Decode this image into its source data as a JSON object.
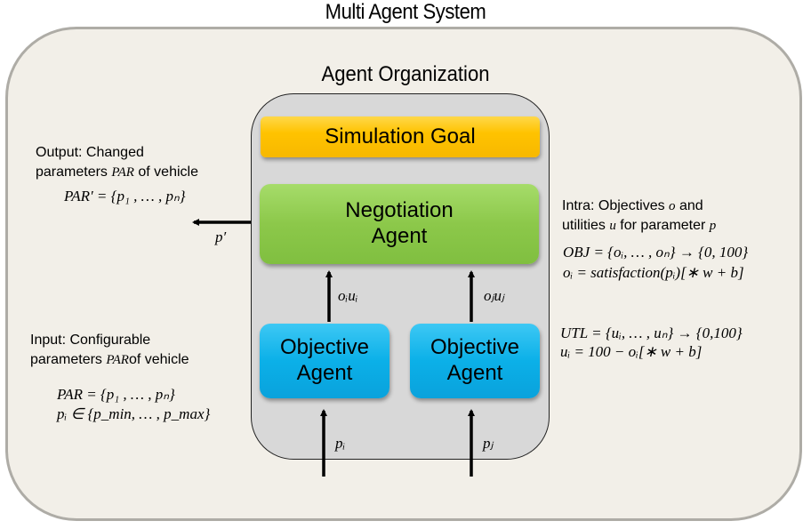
{
  "titles": {
    "system": "Multi Agent System",
    "organization": "Agent Organization"
  },
  "boxes": {
    "goal": "Simulation Goal",
    "negotiation_line1": "Negotiation",
    "negotiation_line2": "Agent",
    "objective_line1": "Objective",
    "objective_line2": "Agent"
  },
  "colors": {
    "goal": "#ffc300",
    "negotiation": "#8cc84a",
    "objective": "#0bb0e8",
    "organization_bg": "#d8d8d8",
    "system_bg": "#f2efe8"
  },
  "output_note": {
    "line1": "Output: Changed",
    "line2_pre": "parameters ",
    "line2_var": "PAR",
    "line2_post": " of vehicle",
    "formula": "PAR′ = {p₁ , … , pₙ}"
  },
  "input_note": {
    "line1": "Input: Configurable",
    "line2_pre": "parameters ",
    "line2_var": "PAR",
    "line2_post": "of vehicle",
    "formula1": "PAR = {p₁ , … , pₙ}",
    "formula2": "pᵢ ∈ {p_min, … , p_max}"
  },
  "intra_note": {
    "line1_pre": "Intra: Objectives ",
    "line1_var": "o",
    "line1_post": " and",
    "line2_pre": "utilities ",
    "line2_var": "u",
    "line2_post": " for parameter ",
    "line2_var2": "p",
    "formula1": "OBJ = {oᵢ, … , oₙ} → {0, 100}",
    "formula2": "oᵢ = satisfaction(pᵢ)[∗ w + b]",
    "formula3": "UTL = {uᵢ, … , uₙ} → {0,100}",
    "formula4": "uᵢ = 100 − oᵢ[∗ w + b]"
  },
  "arrow_labels": {
    "output": "p′",
    "oi_ui": "oᵢuᵢ",
    "oj_uj": "oⱼuⱼ",
    "pi": "pᵢ",
    "pj": "pⱼ"
  }
}
